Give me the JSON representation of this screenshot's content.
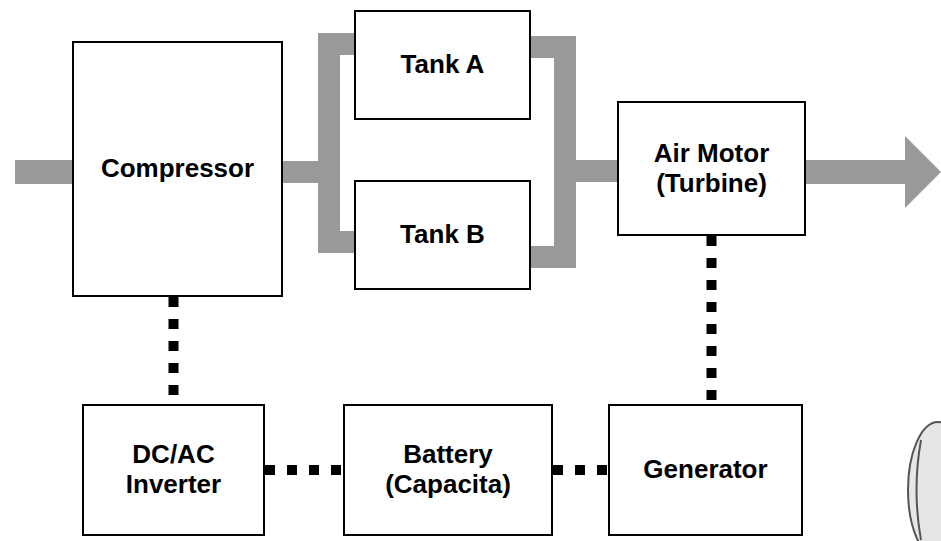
{
  "diagram": {
    "nodes": [
      {
        "text": [
          "Compressor"
        ]
      },
      {
        "text": [
          "Tank A"
        ]
      },
      {
        "text": [
          "Tank B"
        ]
      },
      {
        "text": [
          "Air Motor (Turbine)"
        ]
      },
      {
        "text": [
          "DC/AC Inverter"
        ]
      },
      {
        "text": [
          "Battery (Capacita)"
        ]
      },
      {
        "text": [
          "Generator"
        ]
      }
    ],
    "edges": [
      {
        "from": 0,
        "to": 1,
        "arrow": "none"
      },
      {
        "from": 0,
        "to": 2,
        "arrow": "none"
      },
      {
        "from": 1,
        "to": 3,
        "arrow": "none"
      },
      {
        "from": 2,
        "to": 3,
        "arrow": "none"
      },
      {
        "from": 0,
        "to": 4,
        "arrow": "none"
      },
      {
        "from": 4,
        "to": 5,
        "arrow": "none"
      },
      {
        "from": 5,
        "to": 6,
        "arrow": "none"
      },
      {
        "from": 3,
        "to": 6,
        "arrow": "none"
      }
    ]
  }
}
